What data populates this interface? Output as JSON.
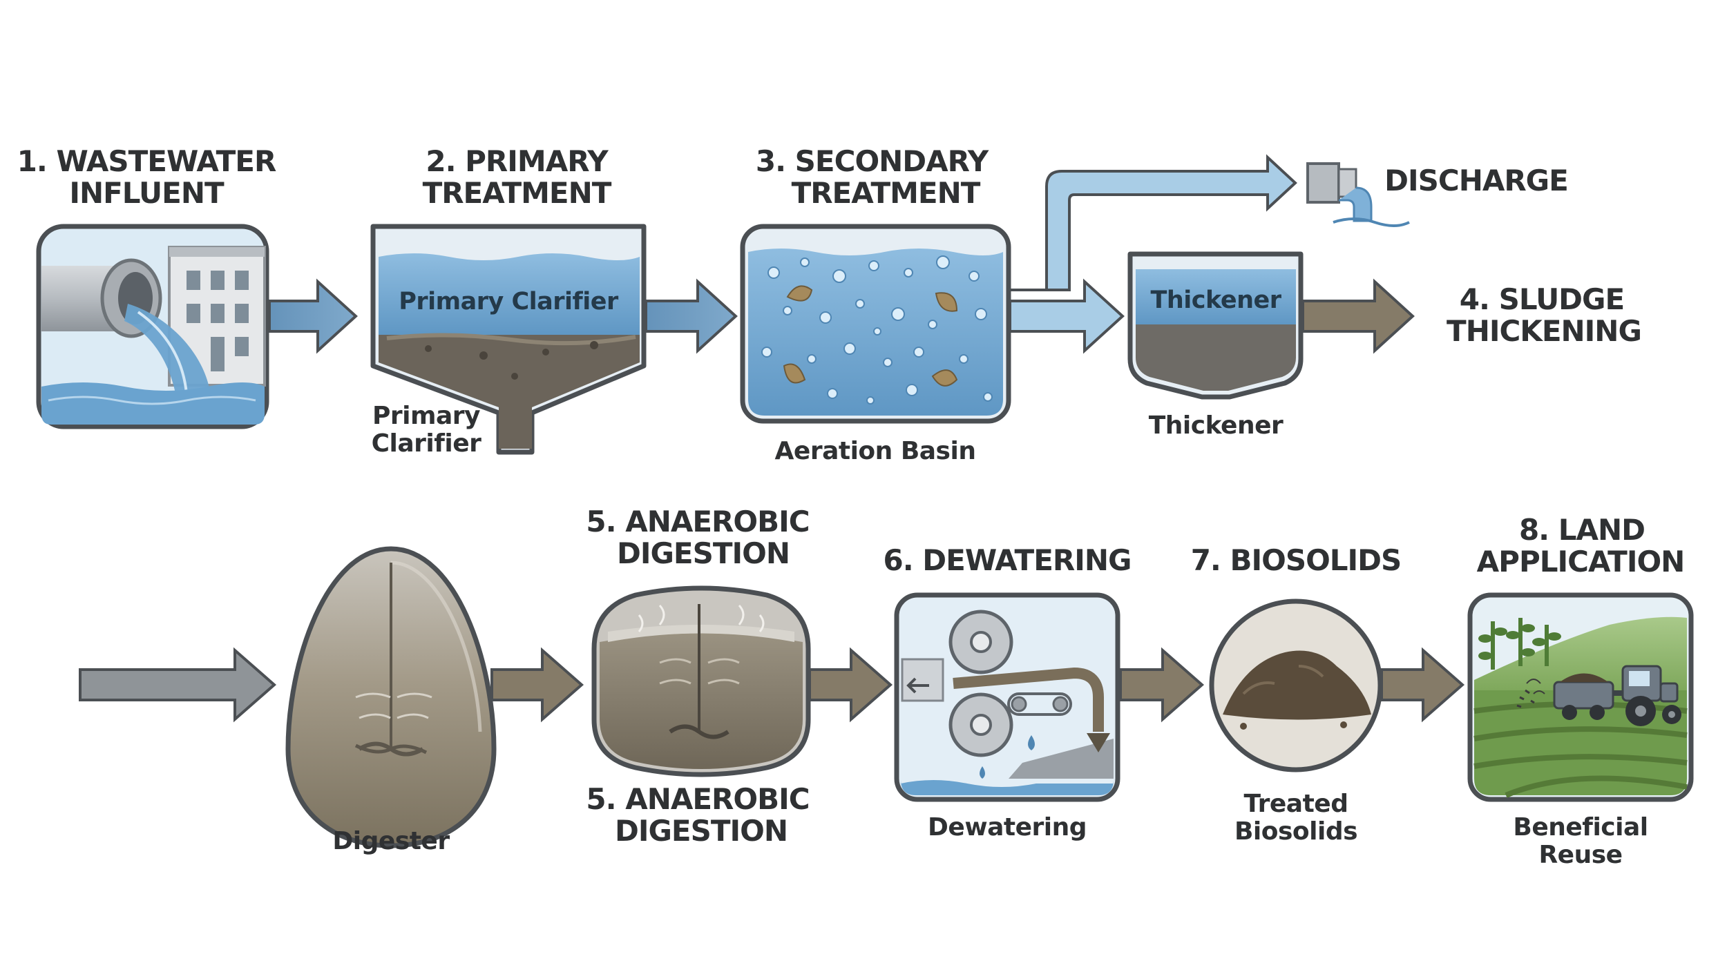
{
  "steps": {
    "influent": {
      "title_line1": "1. WASTEWATER",
      "title_line2": "INFLUENT"
    },
    "primary": {
      "title_line1": "2. PRIMARY",
      "title_line2": "TREATMENT",
      "inner_label": "Primary Clarifier",
      "caption_line1": "Primary",
      "caption_line2": "Clarifier"
    },
    "secondary": {
      "title_line1": "3. SECONDARY",
      "title_line2": "TREATMENT",
      "caption": "Aeration Basin"
    },
    "discharge": {
      "title": "DISCHARGE"
    },
    "thickening": {
      "inner_label": "Thickener",
      "caption": "Thickener",
      "title_line1": "4. SLUDGE",
      "title_line2": "THICKENING"
    },
    "digester": {
      "caption": "Digester"
    },
    "anaerobic": {
      "title_line1": "5. ANAEROBIC",
      "title_line2": "DIGESTION",
      "caption_line1": "5. ANAEROBIC",
      "caption_line2": "DIGESTION"
    },
    "dewatering": {
      "title": "6. DEWATERING",
      "caption": "Dewatering"
    },
    "biosolids": {
      "title": "7. BIOSOLIDS",
      "caption_line1": "Treated",
      "caption_line2": "Biosolids"
    },
    "land": {
      "title_line1": "8. LAND",
      "title_line2": "APPLICATION",
      "caption_line1": "Beneficial",
      "caption_line2": "Reuse"
    }
  },
  "colors": {
    "water": "#6aa3cf",
    "water_light": "#a9cde6",
    "sludge": "#8a8170",
    "outline": "#4b4f53",
    "arrow_blue": "#6f9ec3",
    "arrow_brown": "#857b68",
    "arrow_gray": "#8f9498",
    "field_green": "#6f9b4d"
  },
  "icons": [
    "pipe-icon",
    "building-icon",
    "discharge-pipe-icon",
    "tractor-icon",
    "plant-icon"
  ]
}
